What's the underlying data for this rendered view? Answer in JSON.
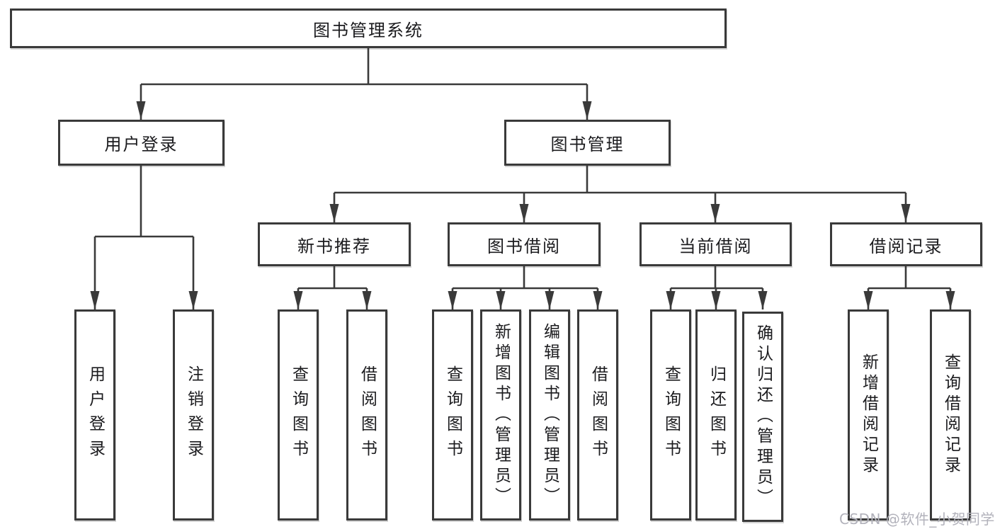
{
  "diagram": {
    "root": {
      "label": "图书管理系统"
    },
    "level2": {
      "user_login": {
        "label": "用户登录"
      },
      "book_mgmt": {
        "label": "图书管理"
      }
    },
    "groups": {
      "user_login": {
        "children": [
          {
            "label": "用户登录"
          },
          {
            "label": "注销登录"
          }
        ]
      },
      "new_book": {
        "header": "新书推荐",
        "children": [
          {
            "label": "查询图书"
          },
          {
            "label": "借阅图书"
          }
        ]
      },
      "borrow": {
        "header": "图书借阅",
        "children": [
          {
            "label": "查询图书"
          },
          {
            "label": "新增图书（管理员）"
          },
          {
            "label": "编辑图书（管理员）"
          },
          {
            "label": "借阅图书"
          }
        ]
      },
      "current": {
        "header": "当前借阅",
        "children": [
          {
            "label": "查询图书"
          },
          {
            "label": "归还图书"
          },
          {
            "label": "确认归还（管理员）"
          }
        ]
      },
      "records": {
        "header": "借阅记录",
        "children": [
          {
            "label": "新增借阅记录"
          },
          {
            "label": "查询借阅记录"
          }
        ]
      }
    },
    "watermark": "CSDN @软件_小贺同学",
    "colors": {
      "line": "#3a3a3a",
      "box_border": "#3a3a3a",
      "text": "#1b1b1e",
      "watermark": "#b2b2bb",
      "background": "#ffffff"
    }
  }
}
